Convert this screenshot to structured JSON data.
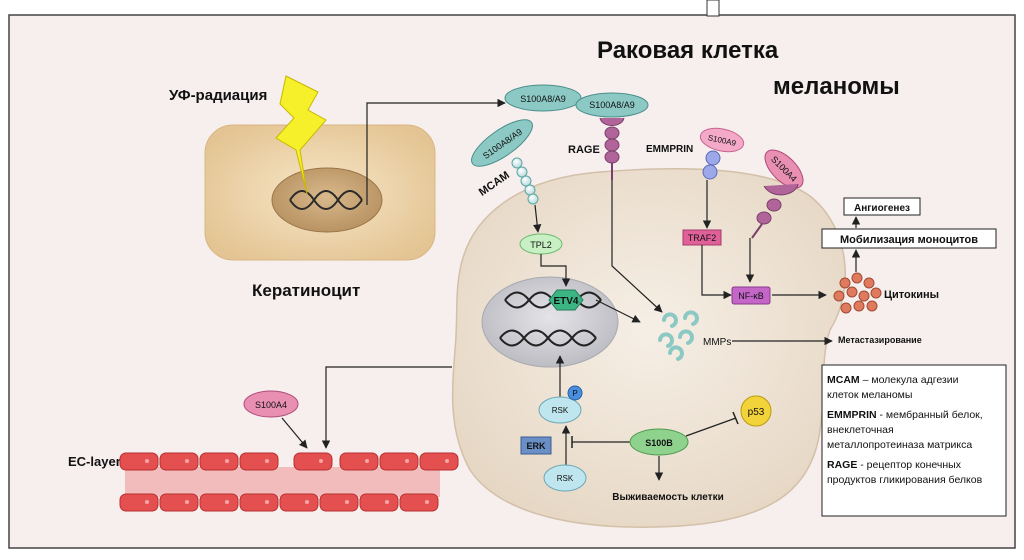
{
  "title": {
    "line1": "Раковая клетка",
    "line2": "меланомы"
  },
  "keratinocyte": {
    "uv_label": "УФ-радиация",
    "label": "Кератиноцит"
  },
  "receptors": {
    "mcam": "MCAM",
    "rage": "RAGE",
    "emmprin": "EMMPRIN",
    "ligand_released": "S100A8/A9",
    "ligand_mcam": "S100A8/A9",
    "ligand_rage": "S100A8/A9",
    "ligand_emmprin": "S100A9",
    "ligand_s100a4": "S100A4"
  },
  "nodes": {
    "tpl2": "TPL2",
    "etv4": "ETV4",
    "traf2": "TRAF2",
    "nfkb": "NF-κB",
    "mmps": "MMPs",
    "rsk_top": "RSK",
    "rsk_p": "P",
    "rsk_bottom": "RSK",
    "erk": "ERK",
    "s100b": "S100B",
    "p53": "p53",
    "s100a4_ec": "S100A4"
  },
  "outcomes": {
    "angiogenesis": "Ангиогенез",
    "monocytes": "Мобилизация моноцитов",
    "cytokines": "Цитокины",
    "metastasis": "Метастазирование",
    "survival": "Выживаемость клетки"
  },
  "ec_layer": {
    "label": "EC-layer"
  },
  "legend": {
    "mcam_term": "MCAM",
    "mcam_line1": " – молекула адгезии",
    "mcam_line2": "клеток меланомы",
    "emmprin_term": "EMMPRIN",
    "emmprin_line1": " - мембранный белок,",
    "emmprin_line2": "внеклеточная",
    "emmprin_line3": "металлопротеиназа матрикса",
    "rage_term": "RAGE",
    "rage_line1": " - рецептор конечных",
    "rage_line2": "продуктов гликирования белков"
  },
  "colors": {
    "background": "#f7eeee",
    "cell_fill": "#eee3d5",
    "nucleus_fill": "#cfcfd4",
    "keratinocyte_fill": "#e9d0a8",
    "teal": "#7fc4c0",
    "magenta": "#b0649a",
    "pink": "#e88fb2",
    "etv4": "#3bb584",
    "traf2": "#e0609a",
    "nfkb": "#c466c8",
    "ec_red": "#e45050",
    "rsk": "#bfe6ee",
    "erk": "#6a8fc7",
    "s100b": "#8fd28e",
    "p53": "#f3d33a",
    "cytokine": "#e07a5e"
  }
}
